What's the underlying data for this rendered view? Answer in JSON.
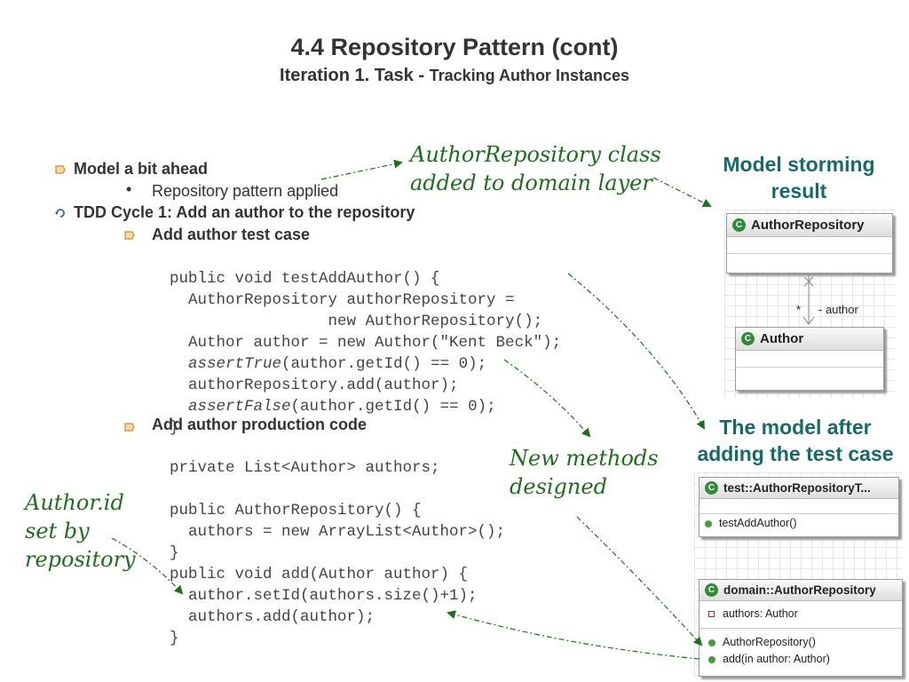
{
  "slide": {
    "title": "4.4 Repository Pattern (cont)",
    "subtitle_main": "Iteration 1. Task - ",
    "subtitle_small": "Tracking Author Instances"
  },
  "bullets": {
    "b1": "Model a bit ahead",
    "b1_sub": "Repository pattern applied",
    "b2": "TDD Cycle 1: Add an author to the repository",
    "b2_sub1": "Add author test case",
    "b2_sub2": "Add author production code"
  },
  "code_test": [
    "public void testAddAuthor() {",
    "  AuthorRepository authorRepository =",
    "                 new AuthorRepository();",
    "  Author author = new Author(\"Kent Beck\");",
    "  ",
    "  authorRepository.add(author);",
    "  ",
    "}"
  ],
  "code_test_italic": {
    "assert_true_kw": "assertTrue",
    "assert_true_rest": "(author.getId() == 0);",
    "assert_false_kw": "assertFalse",
    "assert_false_rest": "(author.getId() == 0);"
  },
  "code_prod": [
    "private List<Author> authors;",
    "",
    "public AuthorRepository() {",
    "  authors = new ArrayList<Author>();",
    "}",
    "public void add(Author author) {",
    "  author.setId(authors.size()+1);",
    "  authors.add(author);",
    "}"
  ],
  "annotations": {
    "repo_class_l1": "AuthorRepository class",
    "repo_class_l2": "added to domain layer",
    "new_methods_l1": "New methods",
    "new_methods_l2": "designed",
    "author_id_l1": "Author.id",
    "author_id_l2": "set by",
    "author_id_l3": "repository"
  },
  "model_storming": {
    "caption_l1": "Model storming",
    "caption_l2": "result",
    "class1": "AuthorRepository",
    "class2": "Author",
    "multiplicity": "*",
    "role": "- author"
  },
  "model_after": {
    "caption_l1": "The model after",
    "caption_l2": "adding the test case",
    "test_class": "test::AuthorRepositoryT...",
    "test_method": "testAddAuthor()",
    "domain_class": "domain::AuthorRepository",
    "attribute": "authors: Author",
    "ctor": "AuthorRepository()",
    "method": "add(in author: Author)"
  },
  "colors": {
    "title": "#333333",
    "annotation_green": "#1e6e1e",
    "caption_teal": "#186a6a",
    "class_icon": "#2f8b3a",
    "bullet_orange": "#e09a3a",
    "bullet_blue": "#2a6aa8"
  },
  "icons": [
    "arrow-bullet-icon",
    "cycle-bullet-icon",
    "class-icon",
    "lock-icon",
    "method-dot-icon",
    "attribute-icon"
  ]
}
